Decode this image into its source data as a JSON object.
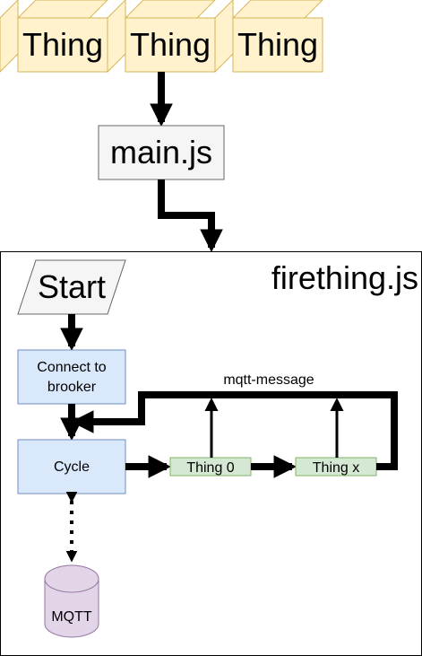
{
  "colors": {
    "thing_cube_fill": "#fff2cc",
    "thing_cube_stroke": "#d6b656",
    "mainjs_fill": "#f5f5f5",
    "mainjs_stroke": "#666666",
    "blue_fill": "#dae8fc",
    "blue_stroke": "#6c8ebf",
    "green_fill": "#d5e8d4",
    "green_stroke": "#82b366",
    "mqtt_fill": "#e1d5e7",
    "mqtt_stroke": "#9673a6",
    "line": "#000000"
  },
  "top_things": [
    "Thing",
    "Thing",
    "Thing"
  ],
  "mainjs": {
    "label": "main.js"
  },
  "container": {
    "label": "firething.js"
  },
  "start": {
    "label": "Start"
  },
  "connect": {
    "line1": "Connect to",
    "line2": "brooker"
  },
  "cycle": {
    "label": "Cycle"
  },
  "thing0": {
    "label": "Thing 0"
  },
  "thingx": {
    "label": "Thing x"
  },
  "mqtt_message": {
    "label": "mqtt-message"
  },
  "mqtt_db": {
    "label": "MQTT"
  }
}
